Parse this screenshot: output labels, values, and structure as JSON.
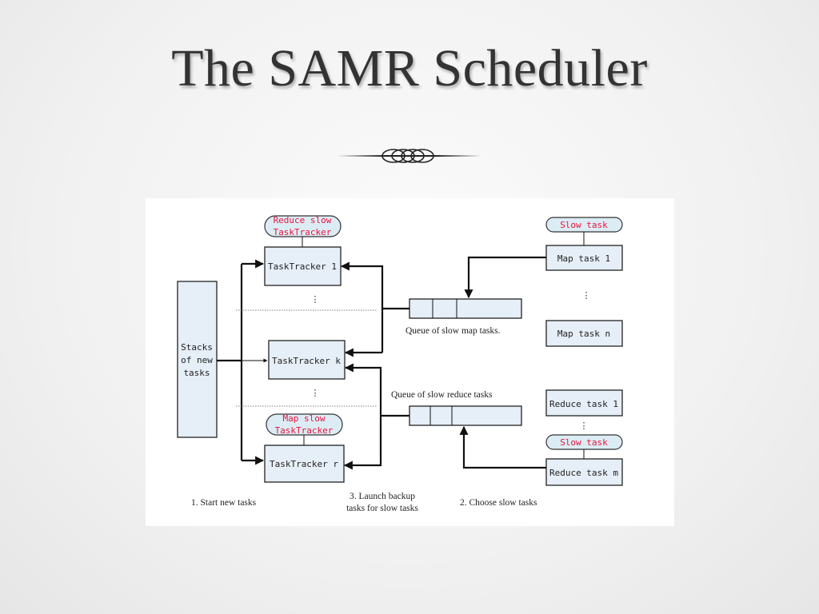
{
  "slide": {
    "title": "The SAMR Scheduler"
  },
  "diagram": {
    "stacks_label": [
      "Stacks",
      "of new",
      "tasks"
    ],
    "tasktracker_1": "TaskTracker 1",
    "tasktracker_k": "TaskTracker k",
    "tasktracker_r": "TaskTracker r",
    "reduce_slow_tag": [
      "Reduce slow",
      "TaskTracker"
    ],
    "map_slow_tag": [
      "Map slow",
      "TaskTracker"
    ],
    "slow_task_tag": "Slow task",
    "map_task_1": "Map task 1",
    "map_task_n": "Map task n",
    "reduce_task_1": "Reduce task 1",
    "reduce_task_m": "Reduce task m",
    "queue_map_label": "Queue of slow map tasks.",
    "queue_reduce_label": "Queue of slow reduce tasks",
    "vertical_dots": "⋮",
    "caption_1": "1. Start new tasks",
    "caption_3": [
      "3. Launch backup",
      "tasks for slow tasks"
    ],
    "caption_2": "2. Choose slow tasks"
  },
  "colors": {
    "box_fill": "#e6eef7",
    "pill_fill": "#dcecf4",
    "highlight_text": "#e8143c",
    "title_text": "#333333"
  }
}
